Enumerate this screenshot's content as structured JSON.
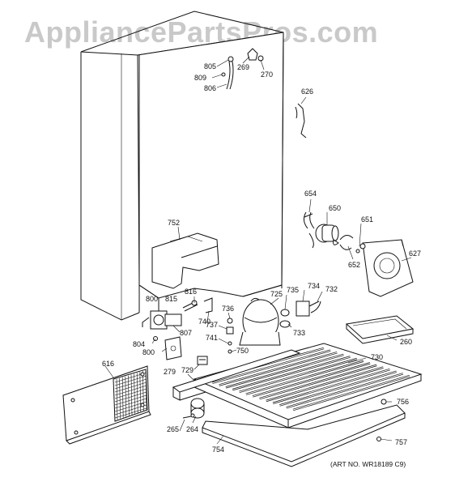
{
  "watermark": "AppliancePartsPros.com",
  "art_number": "(ART NO. WR18189 C9)",
  "callouts": {
    "p805": "805",
    "p809": "809",
    "p806": "806",
    "p269": "269",
    "p270": "270",
    "p626": "626",
    "p654": "654",
    "p650": "650",
    "p651": "651",
    "p652": "652",
    "p627": "627",
    "p752": "752",
    "p800a": "800",
    "p815": "815",
    "p816": "816",
    "p740": "740",
    "p807": "807",
    "p804": "804",
    "p800b": "800",
    "p736": "736",
    "p737": "737",
    "p741": "741",
    "p750": "750",
    "p725": "725",
    "p735": "735",
    "p734": "734",
    "p732": "732",
    "p733": "733",
    "p260": "260",
    "p730": "730",
    "p616": "616",
    "p729": "729",
    "p279": "279",
    "p756": "756",
    "p265": "265",
    "p264": "264",
    "p754": "754",
    "p757": "757"
  }
}
